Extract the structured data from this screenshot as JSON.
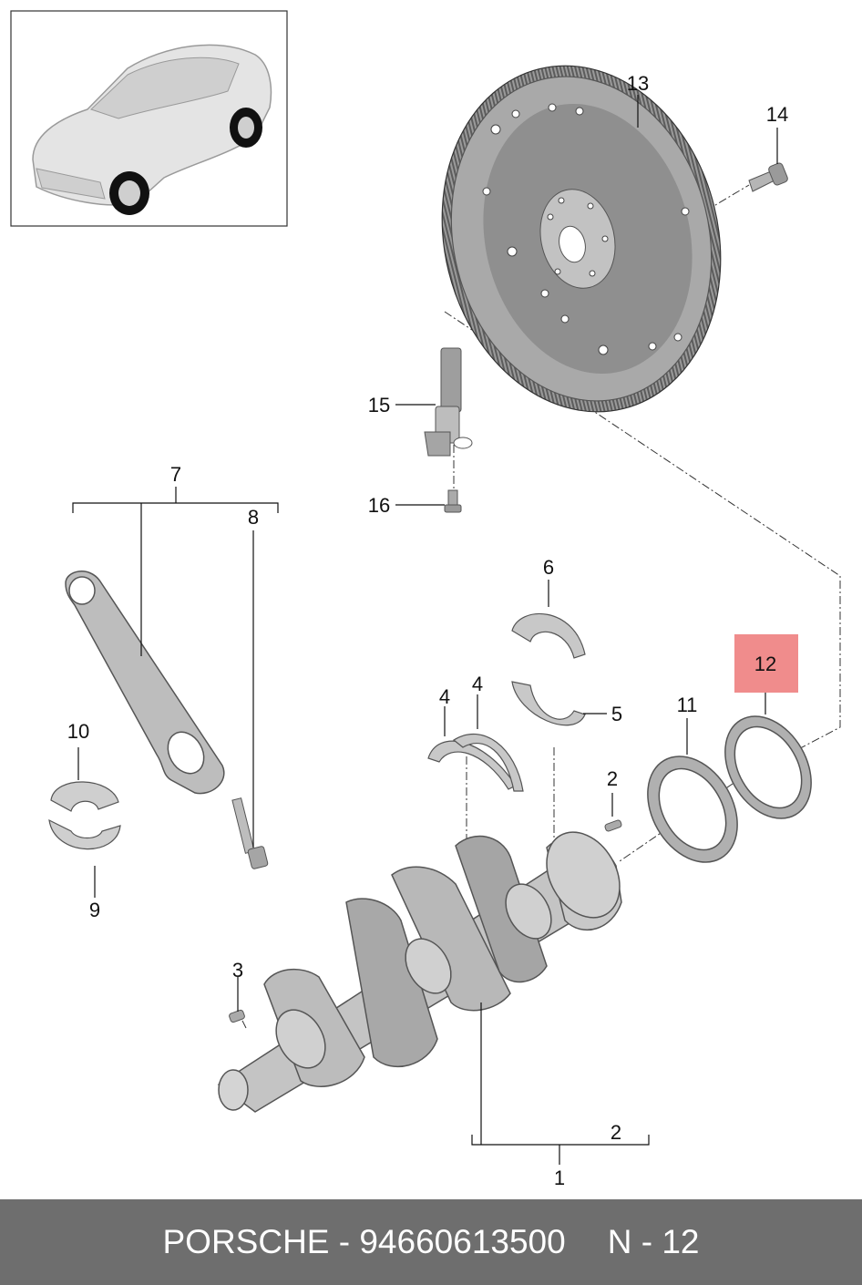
{
  "colors": {
    "part_fill": "#b9b9b9",
    "part_dark": "#8d8d8d",
    "part_light": "#d9d9d9",
    "outline": "#4a4a4a",
    "highlight": "#f08c8c",
    "footer_bg": "#6e6e6e",
    "footer_text": "#ffffff"
  },
  "callouts": {
    "c1": "1",
    "c2a": "2",
    "c2b": "2",
    "c3": "3",
    "c4a": "4",
    "c4b": "4",
    "c5": "5",
    "c6": "6",
    "c7": "7",
    "c8": "8",
    "c9": "9",
    "c10": "10",
    "c11": "11",
    "c12": "12",
    "c13": "13",
    "c14": "14",
    "c15": "15",
    "c16": "16"
  },
  "highlighted_callout": "12",
  "footer": {
    "part_text": "PORSCHE - 94660613500",
    "page_text": "N - 12"
  }
}
